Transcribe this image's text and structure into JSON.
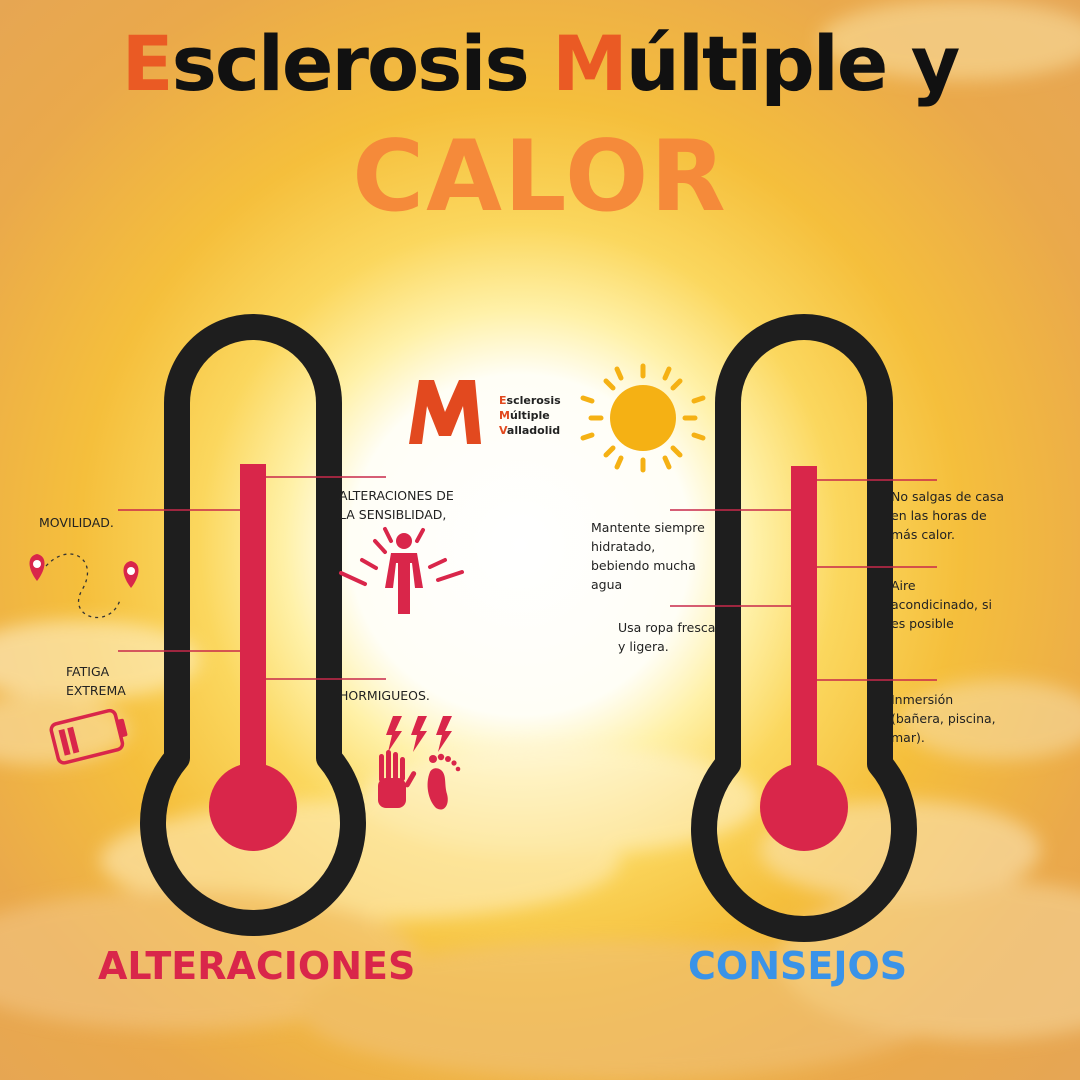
{
  "title": {
    "line1_part1_initial": "E",
    "line1_part1_rest": "sclerosis ",
    "line1_part2_initial": "M",
    "line1_part2_rest": "últiple y",
    "line2": "CALOR"
  },
  "logo": {
    "letter": "M",
    "line1_initial": "E",
    "line1_rest": "sclerosis",
    "line2_initial": "M",
    "line2_rest": "últiple",
    "line3_initial": "V",
    "line3_rest": "alladolid"
  },
  "left_panel": {
    "heading": "ALTERACIONES",
    "heading_color": "#d9264a",
    "labels": {
      "movilidad": "MOVILIDAD.",
      "fatiga": "FATIGA\nEXTREMA",
      "sensibilidad": "ALTERACIONES DE\nLA SENSIBLIDAD,",
      "hormigueos": "HORMIGUEOS."
    },
    "icons": [
      "map-pin-icon",
      "map-pin-icon",
      "empty-battery-icon",
      "pain-person-icon",
      "lightning-icon",
      "hand-icon",
      "foot-icon"
    ]
  },
  "right_panel": {
    "heading": "CONSEJOS",
    "heading_color": "#3a93e8",
    "labels": {
      "hidratado": "Mantente siempre\nhidratado,\nbebiendo mucha\nagua",
      "ropa": "Usa ropa fresca\ny ligera.",
      "salgas": "No salgas de casa\nen las horas de\nmás calor.",
      "aire": "Aire\nacondicinado, si\nes posible",
      "inmersion": "Inmersión\n(bañera, piscina,\nmar)."
    },
    "icons": [
      "sun-icon"
    ]
  },
  "colors": {
    "accent_orange": "#ea5a24",
    "calor_orange": "#f58a3a",
    "thermometer_red": "#d9264a",
    "thermometer_frame": "#1e1e1e"
  }
}
